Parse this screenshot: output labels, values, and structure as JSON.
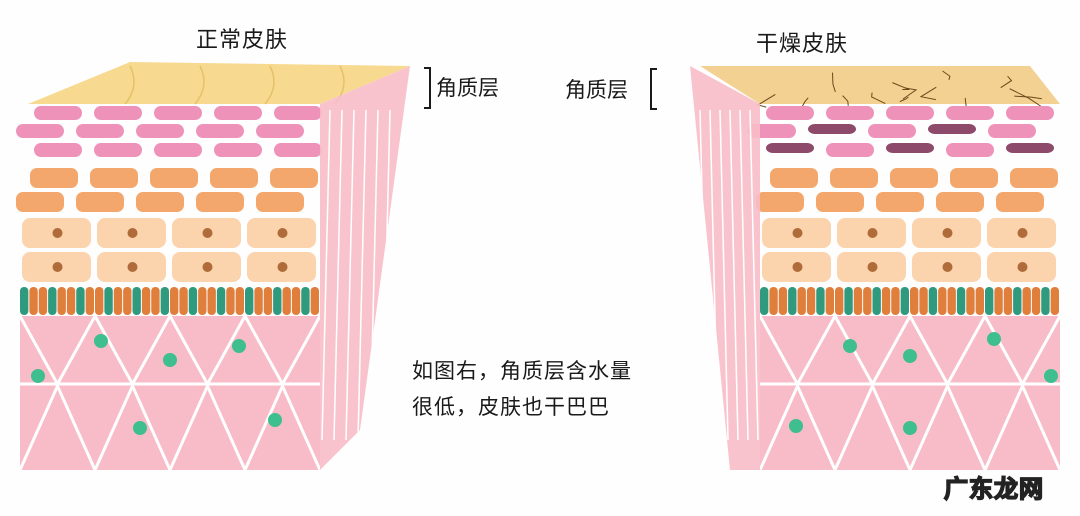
{
  "left_panel": {
    "title": "正常皮肤",
    "layer_label": "角质层",
    "state": "normal"
  },
  "right_panel": {
    "title": "干燥皮肤",
    "layer_label": "角质层",
    "state": "dry"
  },
  "caption": {
    "line1": "如图右，角质层含水量",
    "line2": "很低，皮肤也干巴巴"
  },
  "watermark": "广东龙网",
  "colors": {
    "surface": "#f7d98f",
    "surface_dry": "#f3d193",
    "crack": "#6b4a1a",
    "corneum": "#ee92b9",
    "corneum_dry_dark": "#8e4a6b",
    "granular": "#f4a76c",
    "spinous": "#fbd3ac",
    "nucleus": "#b06b3a",
    "basal_orange": "#e07e3c",
    "basal_green": "#2f9a7e",
    "dermis": "#f8bcc8",
    "fibroblast": "#3fbf8f",
    "line": "#ffffff"
  }
}
